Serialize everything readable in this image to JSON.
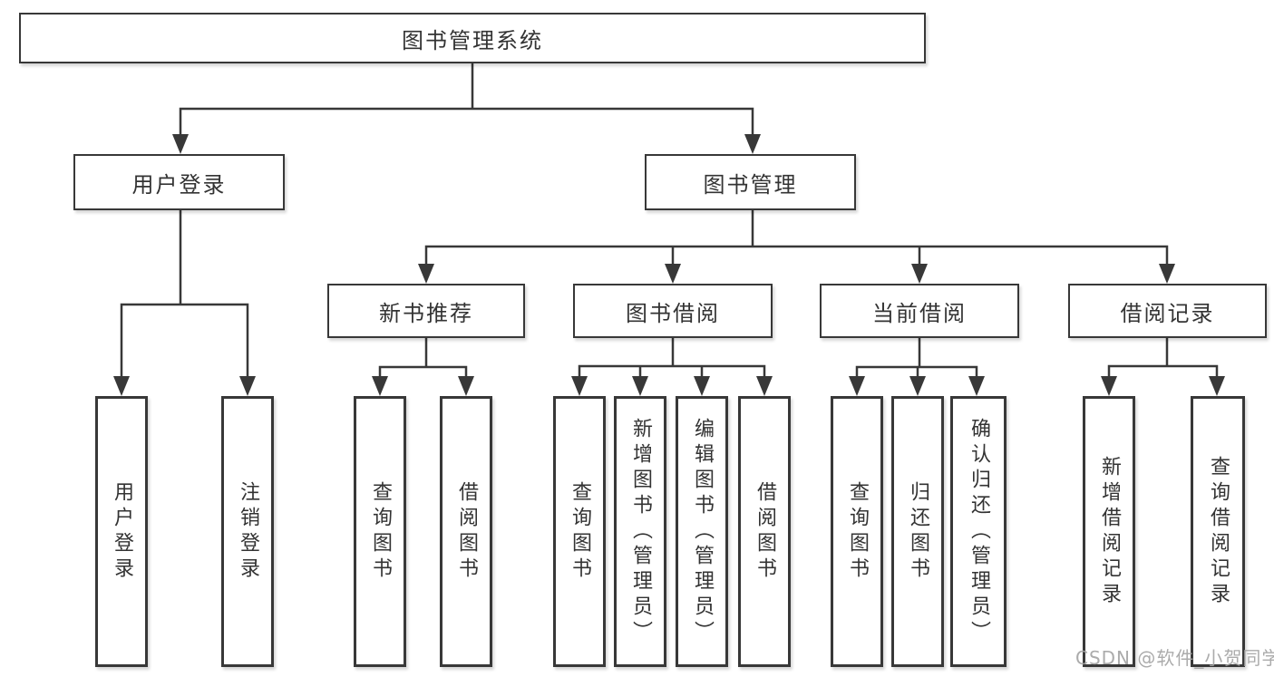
{
  "colors": {
    "line": "#383838",
    "text": "#333333",
    "box_background": "#ffffff",
    "watermark": "#a4a4a4"
  },
  "nodes": {
    "root": "图书管理系统",
    "user_login": "用户登录",
    "book_mgmt": "图书管理",
    "new_books": "新书推荐",
    "book_borrow": "图书借阅",
    "current_borrow": "当前借阅",
    "borrow_records": "借阅记录",
    "leaves": {
      "user": [
        "用户登录",
        "注销登录"
      ],
      "new": [
        "查询图书",
        "借阅图书"
      ],
      "borrow": [
        "查询图书",
        "新增图书（管理员）",
        "编辑图书（管理员）",
        "借阅图书"
      ],
      "current": [
        "查询图书",
        "归还图书",
        "确认归还（管理员）"
      ],
      "record": [
        "新增借阅记录",
        "查询借阅记录"
      ]
    }
  },
  "watermark": {
    "text": "CSDN @软件_小贺同学"
  }
}
